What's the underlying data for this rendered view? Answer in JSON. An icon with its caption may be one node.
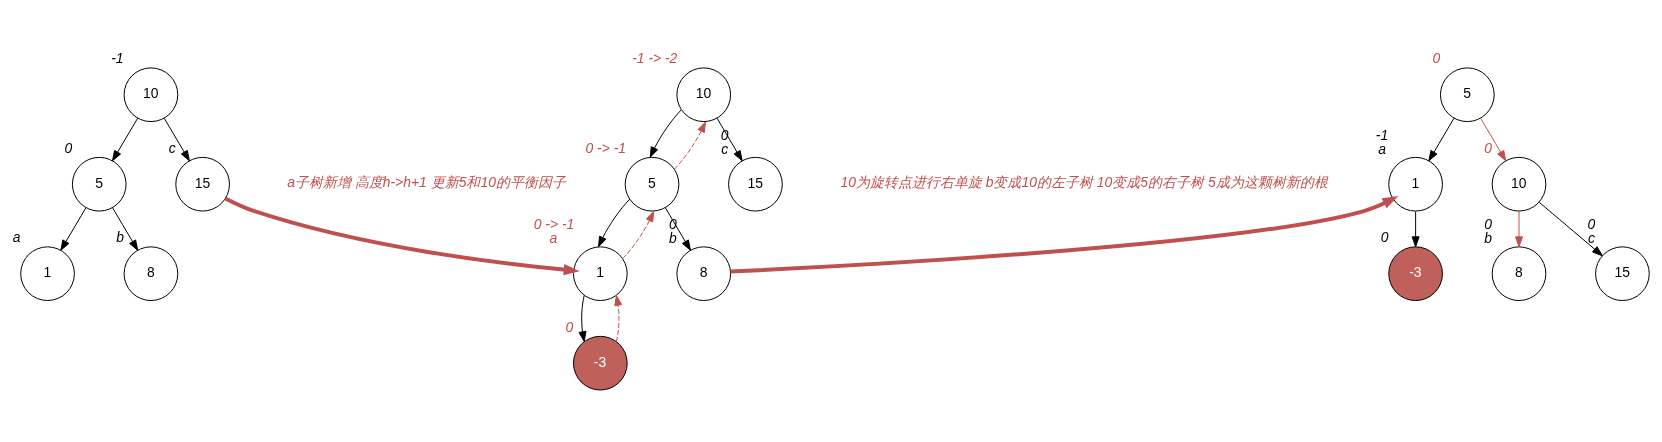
{
  "diagram": {
    "nodes": [
      {
        "text": [
          "10"
        ],
        "beside": [
          "-1"
        ]
      },
      {
        "text": [
          "5"
        ],
        "beside": [
          "0"
        ]
      },
      {
        "text": [
          "15"
        ],
        "beside": [
          "c"
        ]
      },
      {
        "text": [
          "1"
        ],
        "beside": [
          "a"
        ]
      },
      {
        "text": [
          "8"
        ],
        "beside": [
          "b"
        ]
      },
      {
        "text": [
          "10"
        ],
        "beside": [
          "-1 -> -2"
        ]
      },
      {
        "text": [
          "5"
        ],
        "beside": [
          "0 -> -1"
        ]
      },
      {
        "text": [
          "15"
        ],
        "beside": [
          "0",
          "c"
        ]
      },
      {
        "text": [
          "1"
        ],
        "beside": [
          "0 -> -1",
          "a"
        ]
      },
      {
        "text": [
          "8"
        ],
        "beside": [
          "0",
          "b"
        ]
      },
      {
        "text": [
          "-3"
        ],
        "beside": [
          "0"
        ]
      },
      {
        "text": [
          "5"
        ],
        "beside": [
          "0"
        ]
      },
      {
        "text": [
          "1"
        ],
        "beside": [
          "-1",
          "a"
        ]
      },
      {
        "text": [
          "10"
        ],
        "beside": [
          "0"
        ]
      },
      {
        "text": [
          "-3"
        ],
        "beside": [
          "0"
        ]
      },
      {
        "text": [
          "8"
        ],
        "beside": [
          "0",
          "b"
        ]
      },
      {
        "text": [
          "15"
        ],
        "beside": [
          "0",
          "c"
        ]
      }
    ],
    "edges": [
      {
        "from": 0,
        "to": 1,
        "arrow": "to"
      },
      {
        "from": 0,
        "to": 2,
        "arrow": "to"
      },
      {
        "from": 1,
        "to": 3,
        "arrow": "to"
      },
      {
        "from": 1,
        "to": 4,
        "arrow": "to"
      },
      {
        "from": 2,
        "to": 8,
        "arrow": "to",
        "style": "thick",
        "color": "#c0504d"
      },
      {
        "from": 5,
        "to": 6,
        "arrow": "to"
      },
      {
        "from": 5,
        "to": 7,
        "arrow": "to"
      },
      {
        "from": 6,
        "to": 8,
        "arrow": "to"
      },
      {
        "from": 6,
        "to": 9,
        "arrow": "to"
      },
      {
        "from": 8,
        "to": 10,
        "arrow": "to"
      },
      {
        "from": 10,
        "to": 8,
        "arrow": "to",
        "style": "dashed",
        "color": "#c0504d"
      },
      {
        "from": 8,
        "to": 6,
        "arrow": "to",
        "style": "dashed",
        "color": "#c0504d"
      },
      {
        "from": 6,
        "to": 5,
        "arrow": "to",
        "style": "dashed",
        "color": "#c0504d"
      },
      {
        "from": 9,
        "to": 12,
        "arrow": "to",
        "style": "thick",
        "color": "#c0504d"
      },
      {
        "from": 11,
        "to": 12,
        "arrow": "to"
      },
      {
        "from": 11,
        "to": 13,
        "arrow": "to",
        "color": "#c0504d"
      },
      {
        "from": 12,
        "to": 14,
        "arrow": "to"
      },
      {
        "from": 13,
        "to": 15,
        "arrow": "to",
        "color": "#c0504d"
      },
      {
        "from": 13,
        "to": 16,
        "arrow": "to"
      }
    ],
    "labels": [
      "a子树新增 高度h->h+1 更新5和10的平衡因子",
      "10为旋转点进行右单旋 b变成10的左子树 10变成5的右子树 5成为这颗树新的根"
    ]
  }
}
